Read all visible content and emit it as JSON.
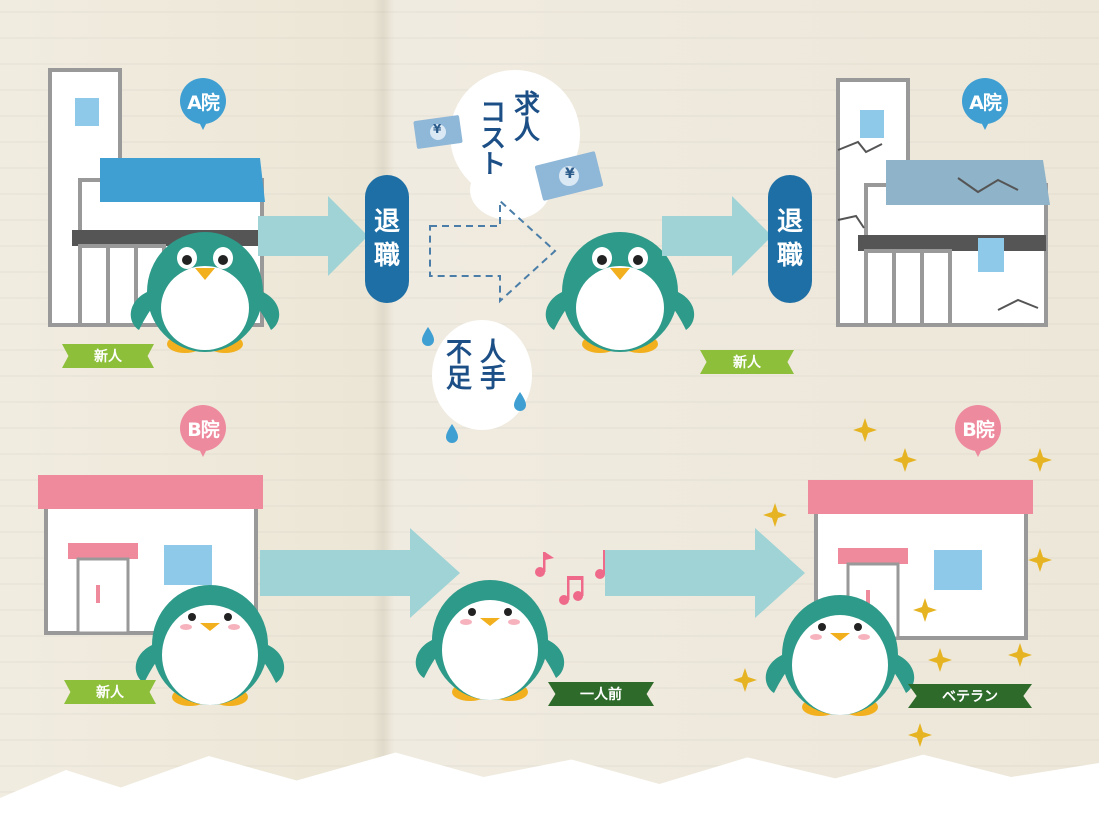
{
  "hospitals": {
    "a_label": "A院",
    "b_label": "B院"
  },
  "badges": {
    "newcomer": "新人",
    "full_fledged": "一人前",
    "veteran": "ベテラン"
  },
  "retirement": {
    "label_line1": "退",
    "label_line2": "職"
  },
  "costs": {
    "recruit_line1": "求",
    "recruit_line2": "人",
    "cost_line1": "コ",
    "cost_line2": "ス",
    "cost_line3": "ト"
  },
  "shortage": {
    "line_right1": "人",
    "line_right2": "手",
    "line_left1": "不",
    "line_left2": "足"
  },
  "money": {
    "symbol": "¥"
  },
  "colors": {
    "arrow": "#9fd3d6",
    "retire_pill": "#1d6fa5",
    "pin_a": "#3f9fd2",
    "pin_b": "#ee8a9e",
    "ribbon_green": "#8dbf3a",
    "ribbon_dark": "#2e6b2a",
    "penguin_teal": "#2e9a8a",
    "beak": "#f2b01e",
    "sparkle": "#e6b322"
  },
  "icons": [
    "hospital-a-icon",
    "hospital-b-icon",
    "penguin-icon",
    "yen-banknote-icon",
    "music-note-icon",
    "sparkle-icon",
    "water-drop-icon"
  ]
}
